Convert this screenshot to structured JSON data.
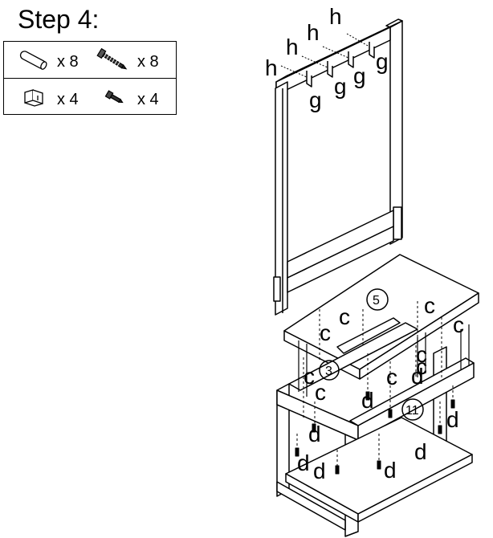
{
  "title": "Step 4:",
  "parts": [
    {
      "icon": "wooden-dowel-icon",
      "qty": "x 8"
    },
    {
      "icon": "long-screw-icon",
      "qty": "x 8"
    },
    {
      "icon": "hook-icon",
      "qty": "x 4"
    },
    {
      "icon": "short-screw-icon",
      "qty": "x 4"
    }
  ],
  "labels": {
    "h": "h",
    "g": "g",
    "c": "c",
    "d": "d",
    "panel5": "5",
    "panel3": "3",
    "panel11": "11"
  }
}
